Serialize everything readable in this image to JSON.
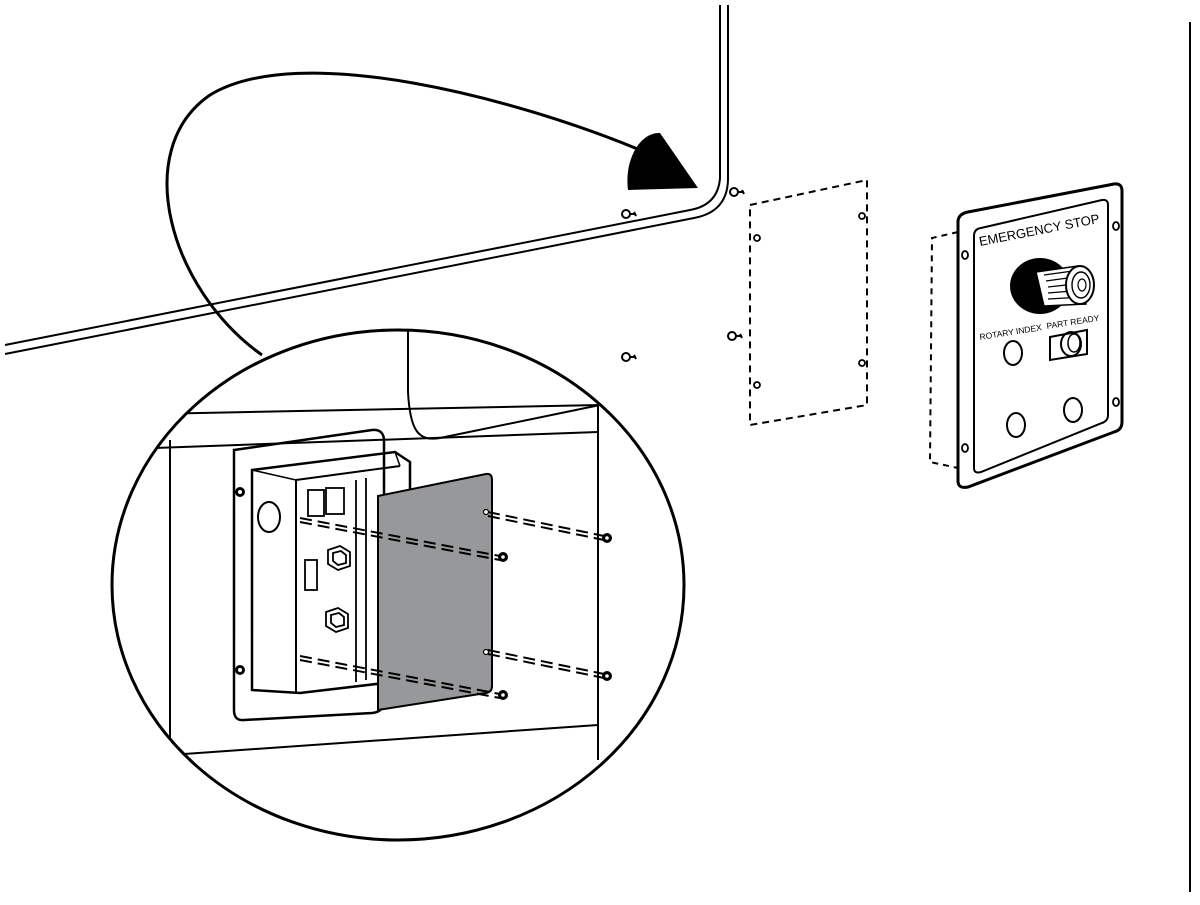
{
  "panel": {
    "title": "EMERGENCY STOP",
    "left_label": "ROTARY INDEX",
    "right_label": "PART READY"
  },
  "colors": {
    "stroke": "#000000",
    "cover_plate": "#97989a",
    "background": "#ffffff"
  },
  "icons": {
    "emergency_stop": "emergency-stop-mushroom-button-icon",
    "screws": "screw-icon",
    "callout": "callout-arrow-icon"
  }
}
